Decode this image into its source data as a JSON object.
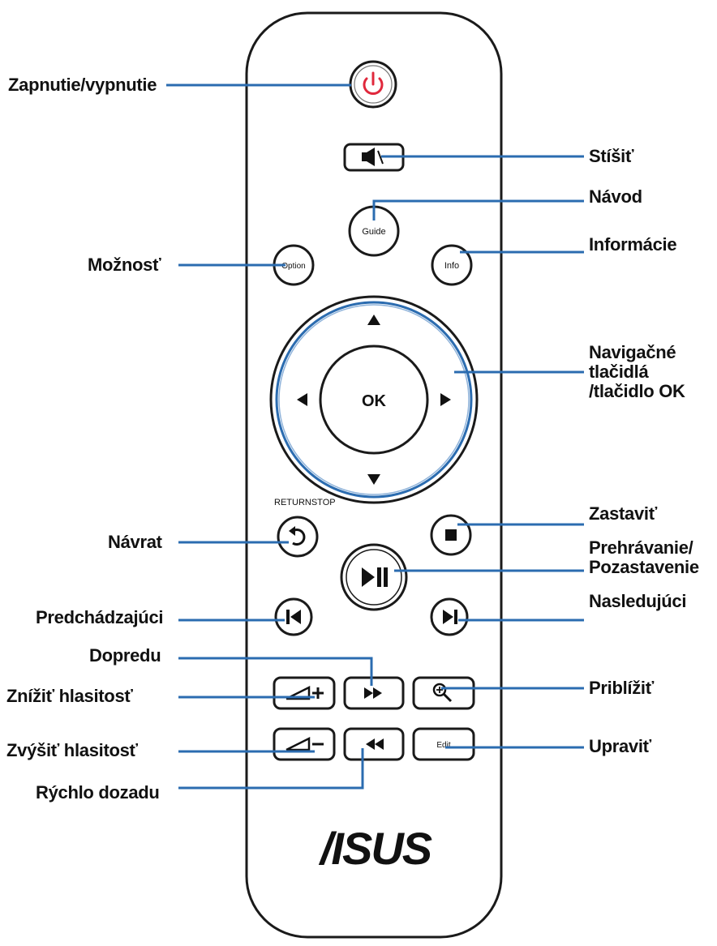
{
  "labels": {
    "power": "Zapnutie/vypnutie",
    "mute": "Stíšiť",
    "guide": "Návod",
    "info": "Informácie",
    "option": "Možnosť",
    "navigation": "Navigačné tlačidlá /tlačidlo OK",
    "stop": "Zastaviť",
    "play_pause": "Prehrávanie/ Pozastavenie",
    "return": "Návrat",
    "previous": "Predchádzajúci",
    "next": "Nasledujúci",
    "forward": "Dopredu",
    "zoom": "Priblížiť",
    "volume_up": "Znížiť hlasitosť",
    "volume_down": "Zvýšiť hlasitosť",
    "edit": "Upraviť",
    "rewind": "Rýchlo dozadu"
  },
  "buttons": {
    "guide": "Guide",
    "option": "Option",
    "info": "Info",
    "ok": "OK",
    "return_stop": "RETURNSTOP",
    "edit": "Edit"
  },
  "brand": "/ISUS",
  "colors": {
    "leader_line": "#2b6cb0",
    "power_icon": "#e0283c",
    "outline": "#1a1a1a"
  },
  "icons": [
    "power-icon",
    "mute-icon",
    "arrow-up-icon",
    "arrow-down-icon",
    "arrow-left-icon",
    "arrow-right-icon",
    "return-icon",
    "stop-icon",
    "play-pause-icon",
    "previous-icon",
    "next-icon",
    "volume-up-icon",
    "volume-down-icon",
    "fast-forward-icon",
    "rewind-icon",
    "zoom-icon"
  ]
}
